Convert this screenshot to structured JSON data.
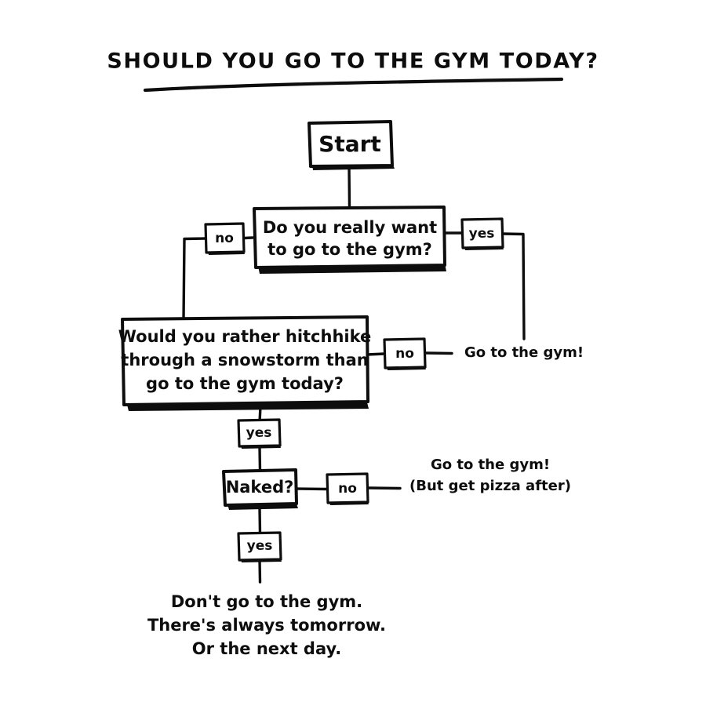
{
  "poster": {
    "title": "SHOULD YOU GO TO THE GYM TODAY?",
    "background_color": "#ffffff",
    "ink_color": "#0d0d0d"
  },
  "chart_data": {
    "type": "diagram",
    "title": "SHOULD YOU GO TO THE GYM TODAY?",
    "nodes": [
      {
        "id": "start",
        "label": "Start",
        "kind": "terminal"
      },
      {
        "id": "q1",
        "label": "Do you really want to go to the gym?",
        "kind": "decision"
      },
      {
        "id": "q2",
        "label": "Would you rather hitchhike through a snowstorm than go to the gym today?",
        "kind": "decision"
      },
      {
        "id": "q3",
        "label": "Naked?",
        "kind": "decision"
      },
      {
        "id": "out1",
        "label": "Go to the gym!",
        "kind": "outcome"
      },
      {
        "id": "out2",
        "label": "Go to the gym! (But get pizza after)",
        "kind": "outcome"
      },
      {
        "id": "out3",
        "label": "Don't go to the gym. There's always tomorrow. Or the next day.",
        "kind": "outcome"
      }
    ],
    "edges": [
      {
        "from": "start",
        "to": "q1",
        "label": ""
      },
      {
        "from": "q1",
        "to": "out1",
        "label": "yes"
      },
      {
        "from": "q1",
        "to": "q2",
        "label": "no"
      },
      {
        "from": "q2",
        "to": "out1",
        "label": "no"
      },
      {
        "from": "q2",
        "to": "q3",
        "label": "yes"
      },
      {
        "from": "q3",
        "to": "out2",
        "label": "no"
      },
      {
        "from": "q3",
        "to": "out3",
        "label": "yes"
      }
    ]
  },
  "nodes": {
    "start": {
      "label": "Start"
    },
    "q1": {
      "line1": "Do you really want",
      "line2": "to go to the gym?"
    },
    "q2": {
      "line1": "Would you rather hitchhike",
      "line2": "through a snowstorm than",
      "line3": "go to the gym today?"
    },
    "q3": {
      "label": "Naked?"
    }
  },
  "edge_labels": {
    "q1_no": "no",
    "q1_yes": "yes",
    "q2_no": "no",
    "q2_yes": "yes",
    "q3_no": "no",
    "q3_yes": "yes"
  },
  "outcomes": {
    "gym": {
      "line1": "Go to the gym!"
    },
    "gym_pizza": {
      "line1": "Go to the gym!",
      "line2": "(But get pizza after)"
    },
    "no_gym": {
      "line1": "Don't go to the gym.",
      "line2": "There's always tomorrow.",
      "line3": "Or the next day."
    }
  }
}
